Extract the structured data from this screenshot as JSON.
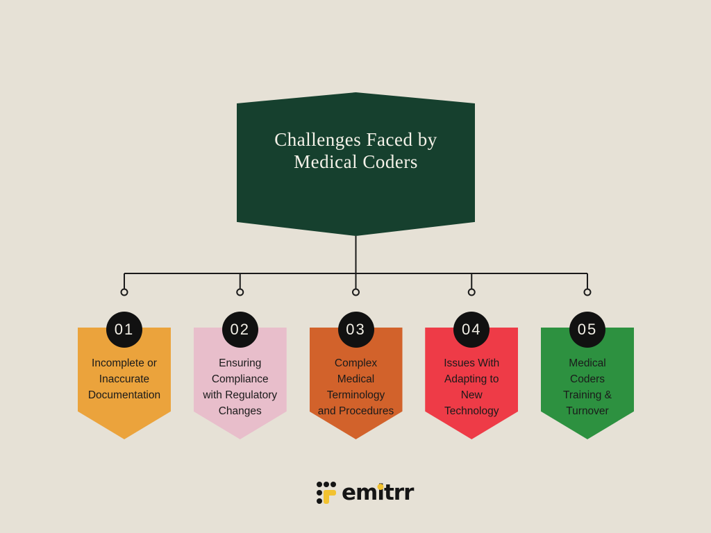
{
  "background_color": "#E6E1D6",
  "header": {
    "title": "Challenges Faced by\nMedical Coders",
    "bg_color": "#16402E",
    "text_color": "#F5F2E9"
  },
  "connector": {
    "line_color": "#1A1A1A"
  },
  "badge": {
    "bg_color": "#111111",
    "text_color": "#F2EFE6"
  },
  "items": [
    {
      "number": "01",
      "label": "Incomplete or\nInaccurate\nDocumentation",
      "color": "#EBA33C"
    },
    {
      "number": "02",
      "label": "Ensuring\nCompliance\nwith Regulatory\nChanges",
      "color": "#E8BECB"
    },
    {
      "number": "03",
      "label": "Complex\nMedical\nTerminology\nand Procedures",
      "color": "#D2622B"
    },
    {
      "number": "04",
      "label": "Issues With\nAdapting to\nNew\nTechnology",
      "color": "#EE3B47"
    },
    {
      "number": "05",
      "label": "Medical\nCoders\nTraining &\nTurnover",
      "color": "#2D9140"
    }
  ],
  "logo": {
    "wordmark_pre": "em",
    "wordmark_i": "i",
    "wordmark_post": "trr",
    "text_color": "#151515",
    "accent_color": "#F2C230"
  }
}
